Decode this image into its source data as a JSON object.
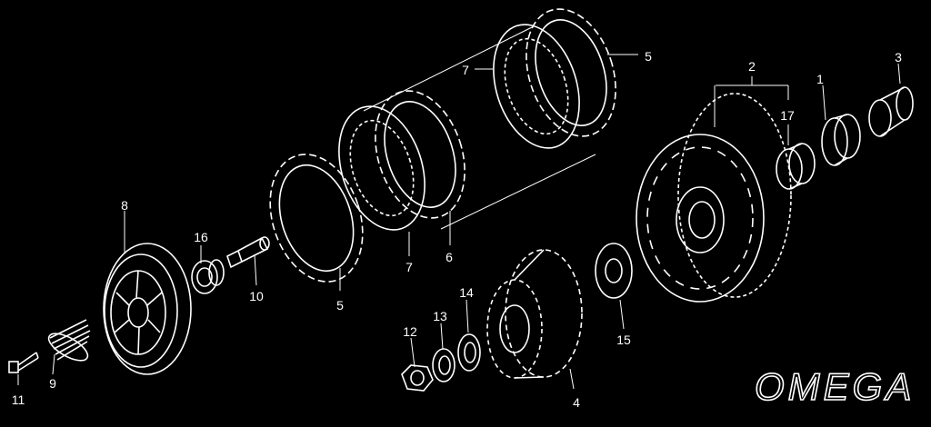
{
  "callouts": {
    "c1": "1",
    "c2": "2",
    "c3": "3",
    "c4": "4",
    "c5a": "5",
    "c5b": "5",
    "c6": "6",
    "c7a": "7",
    "c7b": "7",
    "c8": "8",
    "c9": "9",
    "c10": "10",
    "c11": "11",
    "c12": "12",
    "c13": "13",
    "c14": "14",
    "c15": "15",
    "c16": "16",
    "c17": "17"
  },
  "watermark": {
    "text": "OMEGA"
  }
}
